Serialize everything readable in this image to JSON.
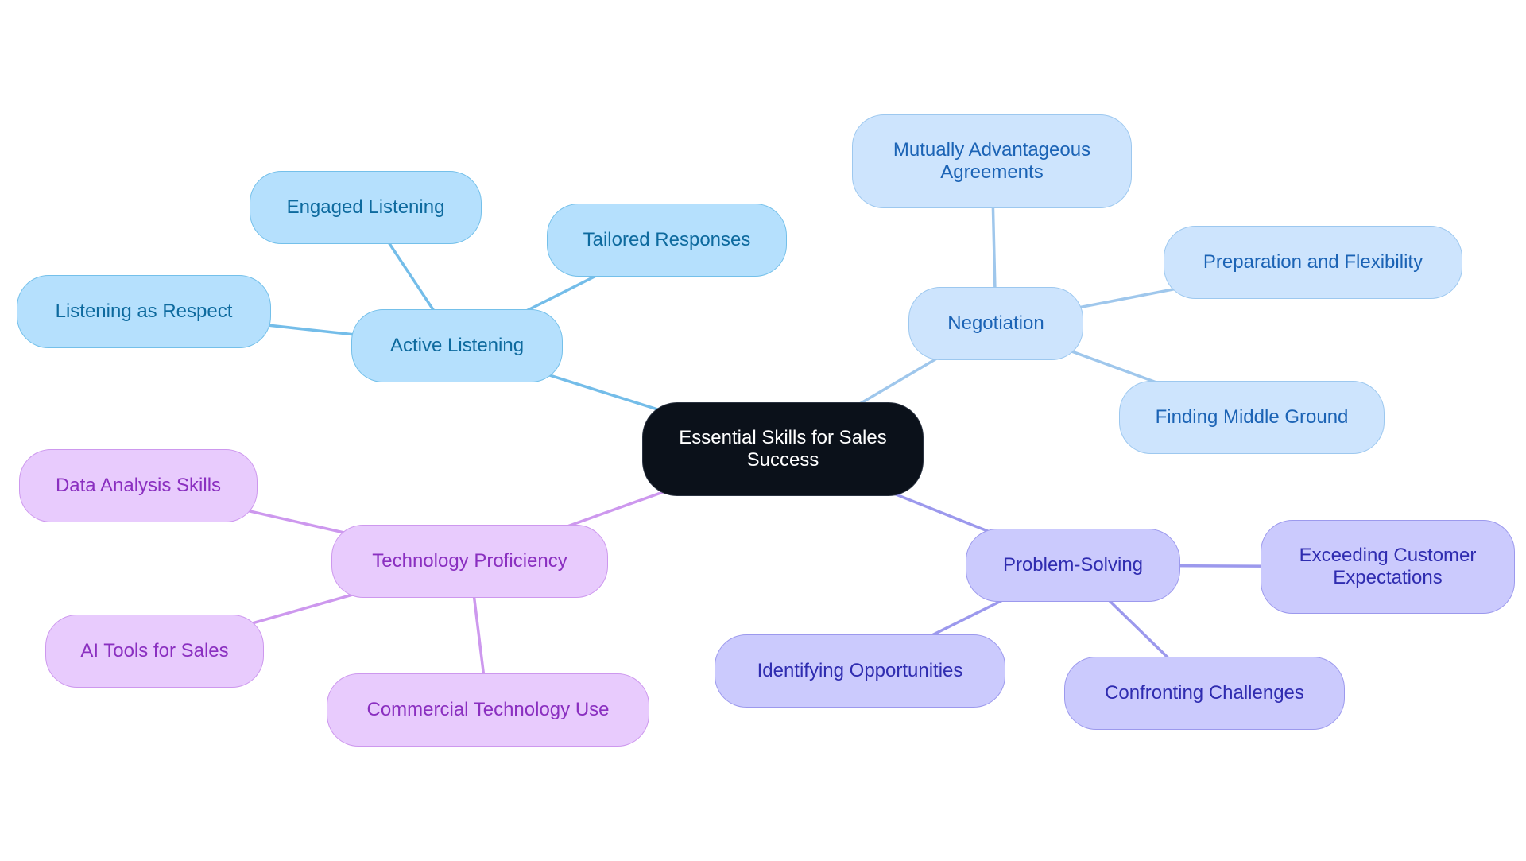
{
  "mindmap": {
    "root": "Essential Skills for Sales Success",
    "branches": [
      {
        "label": "Active Listening",
        "color": "#74bde9",
        "children": [
          "Engaged Listening",
          "Tailored Responses",
          "Listening as Respect"
        ]
      },
      {
        "label": "Negotiation",
        "color": "#9fc7ec",
        "children": [
          "Mutually Advantageous Agreements",
          "Preparation and Flexibility",
          "Finding Middle Ground"
        ]
      },
      {
        "label": "Problem-Solving",
        "color": "#9c99ed",
        "children": [
          "Exceeding Customer Expectations",
          "Identifying Opportunities",
          "Confronting Challenges"
        ]
      },
      {
        "label": "Technology Proficiency",
        "color": "#cd98ee",
        "children": [
          "Data Analysis Skills",
          "AI Tools for Sales",
          "Commercial Technology Use"
        ]
      }
    ]
  }
}
